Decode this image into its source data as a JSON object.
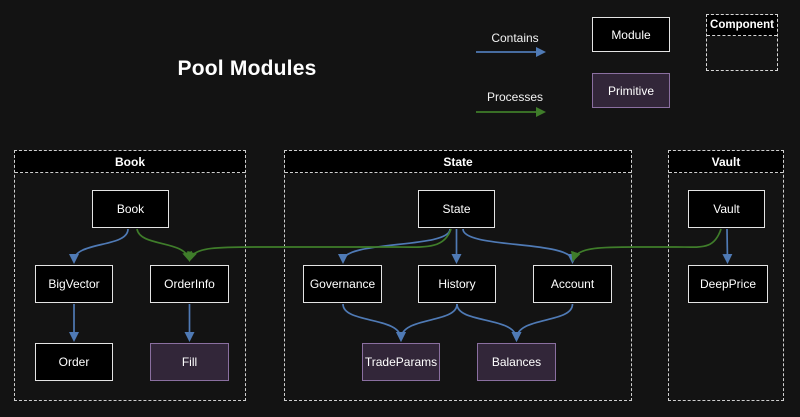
{
  "title": "Pool Modules",
  "legend": {
    "contains": "Contains",
    "processes": "Processes",
    "module": "Module",
    "primitive": "Primitive",
    "component": "Component"
  },
  "colors": {
    "background": "#131313",
    "contains_arrow_blue": "#4f7ab5",
    "processes_arrow_green": "#3f7d2a",
    "module_fill": "#000000",
    "module_border": "#e4e4e4",
    "primitive_fill": "#322639",
    "primitive_border": "#8a6fa0",
    "container_border": "#cfcfcf",
    "text": "#ffffff"
  },
  "containers": {
    "book": {
      "label": "Book"
    },
    "state": {
      "label": "State"
    },
    "vault": {
      "label": "Vault"
    }
  },
  "nodes": {
    "book": {
      "label": "Book",
      "kind": "module"
    },
    "bigvector": {
      "label": "BigVector",
      "kind": "module"
    },
    "orderinfo": {
      "label": "OrderInfo",
      "kind": "module"
    },
    "order": {
      "label": "Order",
      "kind": "module"
    },
    "fill": {
      "label": "Fill",
      "kind": "primitive"
    },
    "state": {
      "label": "State",
      "kind": "module"
    },
    "governance": {
      "label": "Governance",
      "kind": "module"
    },
    "history": {
      "label": "History",
      "kind": "module"
    },
    "account": {
      "label": "Account",
      "kind": "module"
    },
    "tradeparams": {
      "label": "TradeParams",
      "kind": "primitive"
    },
    "balances": {
      "label": "Balances",
      "kind": "primitive"
    },
    "vault": {
      "label": "Vault",
      "kind": "module"
    },
    "deepprice": {
      "label": "DeepPrice",
      "kind": "module"
    }
  },
  "edges": [
    {
      "from": "Book",
      "to": "BigVector",
      "relation": "contains"
    },
    {
      "from": "Book",
      "to": "OrderInfo",
      "relation": "processes"
    },
    {
      "from": "BigVector",
      "to": "Order",
      "relation": "contains"
    },
    {
      "from": "OrderInfo",
      "to": "Fill",
      "relation": "contains"
    },
    {
      "from": "State",
      "to": "Governance",
      "relation": "contains"
    },
    {
      "from": "State",
      "to": "History",
      "relation": "contains"
    },
    {
      "from": "State",
      "to": "Account",
      "relation": "contains"
    },
    {
      "from": "State",
      "to": "OrderInfo",
      "relation": "processes"
    },
    {
      "from": "Governance",
      "to": "TradeParams",
      "relation": "contains"
    },
    {
      "from": "History",
      "to": "TradeParams",
      "relation": "contains"
    },
    {
      "from": "History",
      "to": "Balances",
      "relation": "contains"
    },
    {
      "from": "Account",
      "to": "Balances",
      "relation": "contains"
    },
    {
      "from": "Vault",
      "to": "DeepPrice",
      "relation": "contains"
    },
    {
      "from": "Vault",
      "to": "Account",
      "relation": "processes"
    }
  ]
}
